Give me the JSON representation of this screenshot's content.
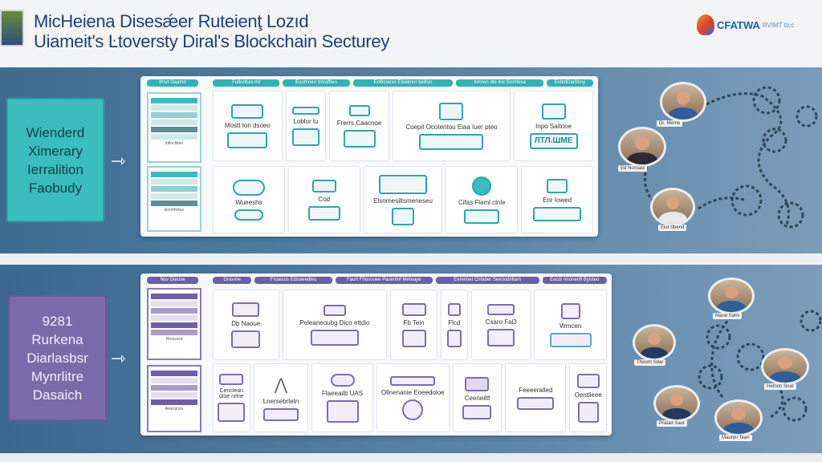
{
  "header": {
    "title_line1": "MicHeiena Disesǽer Ruteienţ Lozıd",
    "title_line2": "Uiameit's Ŀtoversty Diral's Blockchain Secturey",
    "brand": "CFATWA",
    "brand_sub": "RVIMT ttcc"
  },
  "colors": {
    "teal": "#3bbcbd",
    "purple": "#7b6aa8",
    "band": "#4a7599",
    "title": "#1e3f78"
  },
  "section1": {
    "side_label": [
      "Wienderd",
      "Ximerary",
      "Ierralition",
      "Faobudy"
    ],
    "left_tab": "Ifrnrt Oaamd",
    "tabs": [
      "Fuflonfuıs rtd",
      "Euumnerr tmroffteo",
      "Enflrcoexo Eteelmnr tuiilteo",
      "Innnen dte Irnr Enmfesa",
      "ExItnfDaıStıny"
    ],
    "thumb_captions": [
      "Inflnctilteo",
      "Enmthntas"
    ],
    "row1": [
      "Mostt Ion dsoeo",
      "Loblor tu",
      "Frerrs Caacnoe",
      "Coepit Ocoteritou Eiaa Iuer pteo",
      "Inpo Saitooe"
    ],
    "row2": [
      "Wueeshs",
      "Cod",
      "Elsnrnesiltsmeneseu",
      "Cifas Flaml clnle",
      "Enr Iowed"
    ],
    "row1_badge": "ЛТЛ.ШМЕ"
  },
  "section2": {
    "side_label": [
      "9281",
      "Rurkena",
      "Diarlasbsr",
      "Mynrlitre",
      "Dasaich"
    ],
    "left_tab": "Nuv Dieuse",
    "tabs": [
      "Gravıne",
      "Froaisos Edssieedleu",
      "Faurt Fhosouee Paseritnf Meteaye",
      "Eerenlıet Chfaber Seeoodnllam",
      "Eacdı nnonenfl Byisteo"
    ],
    "thumb_captions": [
      "Rrnosssd",
      "Aviessnzo"
    ],
    "row1": [
      "Db Naoue",
      "Peleaneoubg Dico ettdio",
      "Fb Tein",
      "Flcd",
      "Csaro Fal3",
      "Wmcen"
    ],
    "row2": [
      "Cericlean oloe nrlne",
      "Lnersebrletn",
      "Flaeeailb UAS",
      "Ollnenanie Eoeedoloe",
      "Ceeneiltf",
      "Feeeeralled",
      "Oentlieee"
    ]
  },
  "people1": [
    "Dr. Merne",
    "Ed Nonsad",
    "Ekd Sbend"
  ],
  "people2": [
    "Maral Salm",
    "Thoorn Sdar",
    "Hetnon Snar",
    "Pratad Saur",
    "Maunnı Tean"
  ]
}
